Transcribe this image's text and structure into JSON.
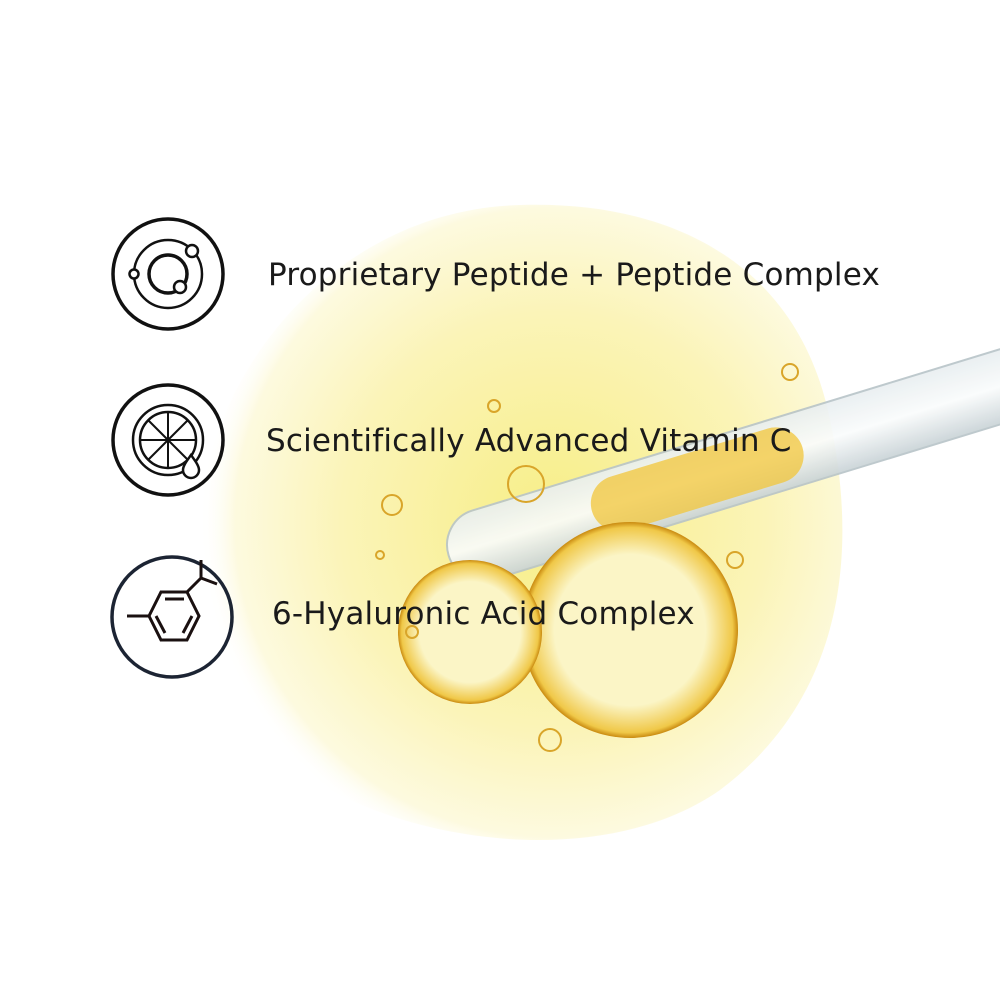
{
  "features": [
    {
      "label": "Proprietary Peptide + Peptide Complex",
      "icon": "atom-icon"
    },
    {
      "label": "Scientifically Advanced Vitamin C",
      "icon": "citrus-drop-icon"
    },
    {
      "label": "6-Hyaluronic Acid Complex",
      "icon": "molecule-icon"
    }
  ],
  "colors": {
    "serum": "#fbf3b0",
    "serum_core": "#f7eb7a",
    "amber": "#e0a41c",
    "icon_stroke": "#111111"
  }
}
